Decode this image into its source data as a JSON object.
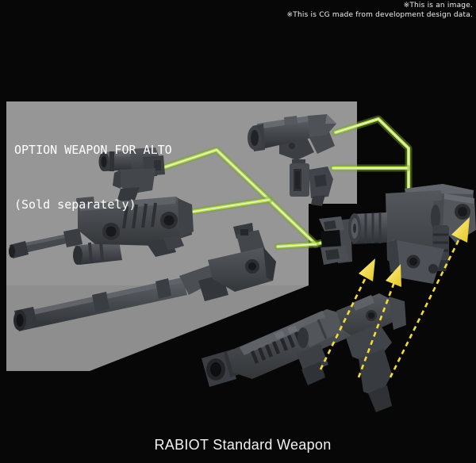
{
  "notices": {
    "line1": "※This is an image.",
    "line2": "※This is CG made from development design data."
  },
  "panel": {
    "title": "OPTION WEAPON FOR ALTO",
    "subtitle": "(Sold separately)"
  },
  "footer": {
    "caption": "RABIOT Standard Weapon"
  },
  "colors": {
    "background": "#070707",
    "panel": "#969696",
    "caption_text": "#f2f2f2",
    "connector_green": "#b9dd55",
    "connector_green_core": "#f1fad0",
    "connector_green_glow": "#7aa62c",
    "arrow_yellow": "#f2dc3c",
    "arrow_yellow_light": "#fff098",
    "weapon_gray": "#44474b"
  }
}
